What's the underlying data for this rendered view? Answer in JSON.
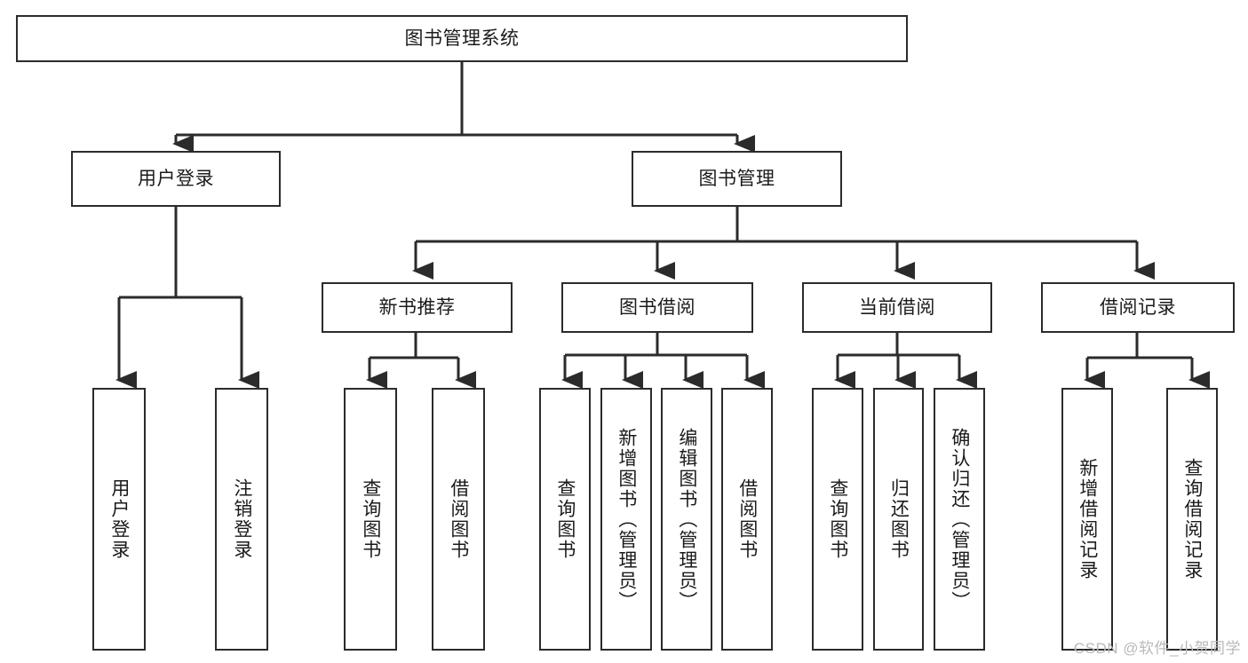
{
  "diagram": {
    "title": "图书管理系统",
    "watermark": "CSDN @软件_小贺同学",
    "accent_color": "#2b2b2b",
    "background_color": "#ffffff",
    "nodes": {
      "root": "图书管理系统",
      "level2": {
        "user_login": "用户登录",
        "book_management": "图书管理"
      },
      "level3": {
        "new_book_recommend": "新书推荐",
        "book_borrow": "图书借阅",
        "current_borrow": "当前借阅",
        "borrow_record": "借阅记录"
      },
      "leaves": {
        "user_login_1": "用户登录",
        "user_login_2": "注销登录",
        "new_book_1": "查询图书",
        "new_book_2": "借阅图书",
        "borrow_1": "查询图书",
        "borrow_2": "新增图书（管理员）",
        "borrow_3": "编辑图书（管理员）",
        "borrow_4": "借阅图书",
        "current_1": "查询图书",
        "current_2": "归还图书",
        "current_3": "确认归还（管理员）",
        "record_1": "新增借阅记录",
        "record_2": "查询借阅记录"
      }
    }
  }
}
